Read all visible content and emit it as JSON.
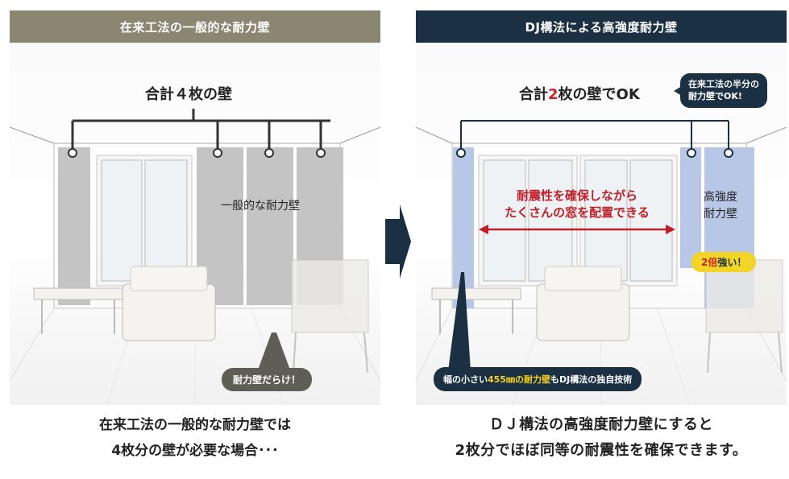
{
  "left": {
    "header": "在来工法の一般的な耐力壁",
    "callout": "合計４枚の壁",
    "wall_label": "一般的な耐力壁",
    "tip": "耐力壁だらけ！",
    "caption_line1": "在来工法の一般的な耐力壁では",
    "caption_line2": "4枚分の壁が必要な場合･･･",
    "wall_color": "#c4c4c4"
  },
  "right": {
    "header": "DJ構法による高強度耐力壁",
    "callout_prefix": "合計",
    "callout_number": "2",
    "callout_suffix": "枚の壁でOK",
    "note_line1": "在来工法の半分の",
    "note_line2": "耐力壁でOK!",
    "window_text_line1": "耐震性を確保しながら",
    "window_text_line2": "たくさんの窓を配置できる",
    "wall_label_line1": "高強度",
    "wall_label_line2": "耐力壁",
    "strong_number": "2倍",
    "strong_suffix": "強い！",
    "tip_prefix": "幅の小さい",
    "tip_highlight": "455㎜の耐力壁",
    "tip_suffix": "もDJ構法の独自技術",
    "caption_line1": "ＤＪ構法の高強度耐力壁にすると",
    "caption_line2": "2枚分でほぼ同等の耐震性を確保できます。",
    "wall_color": "#b9c7e6"
  },
  "colors": {
    "left_header_bg": "#8b8672",
    "right_header_bg": "#1b3042",
    "accent_red": "#d0202a",
    "accent_yellow": "#f2d526"
  },
  "icons": [
    "arrow-right-icon"
  ]
}
